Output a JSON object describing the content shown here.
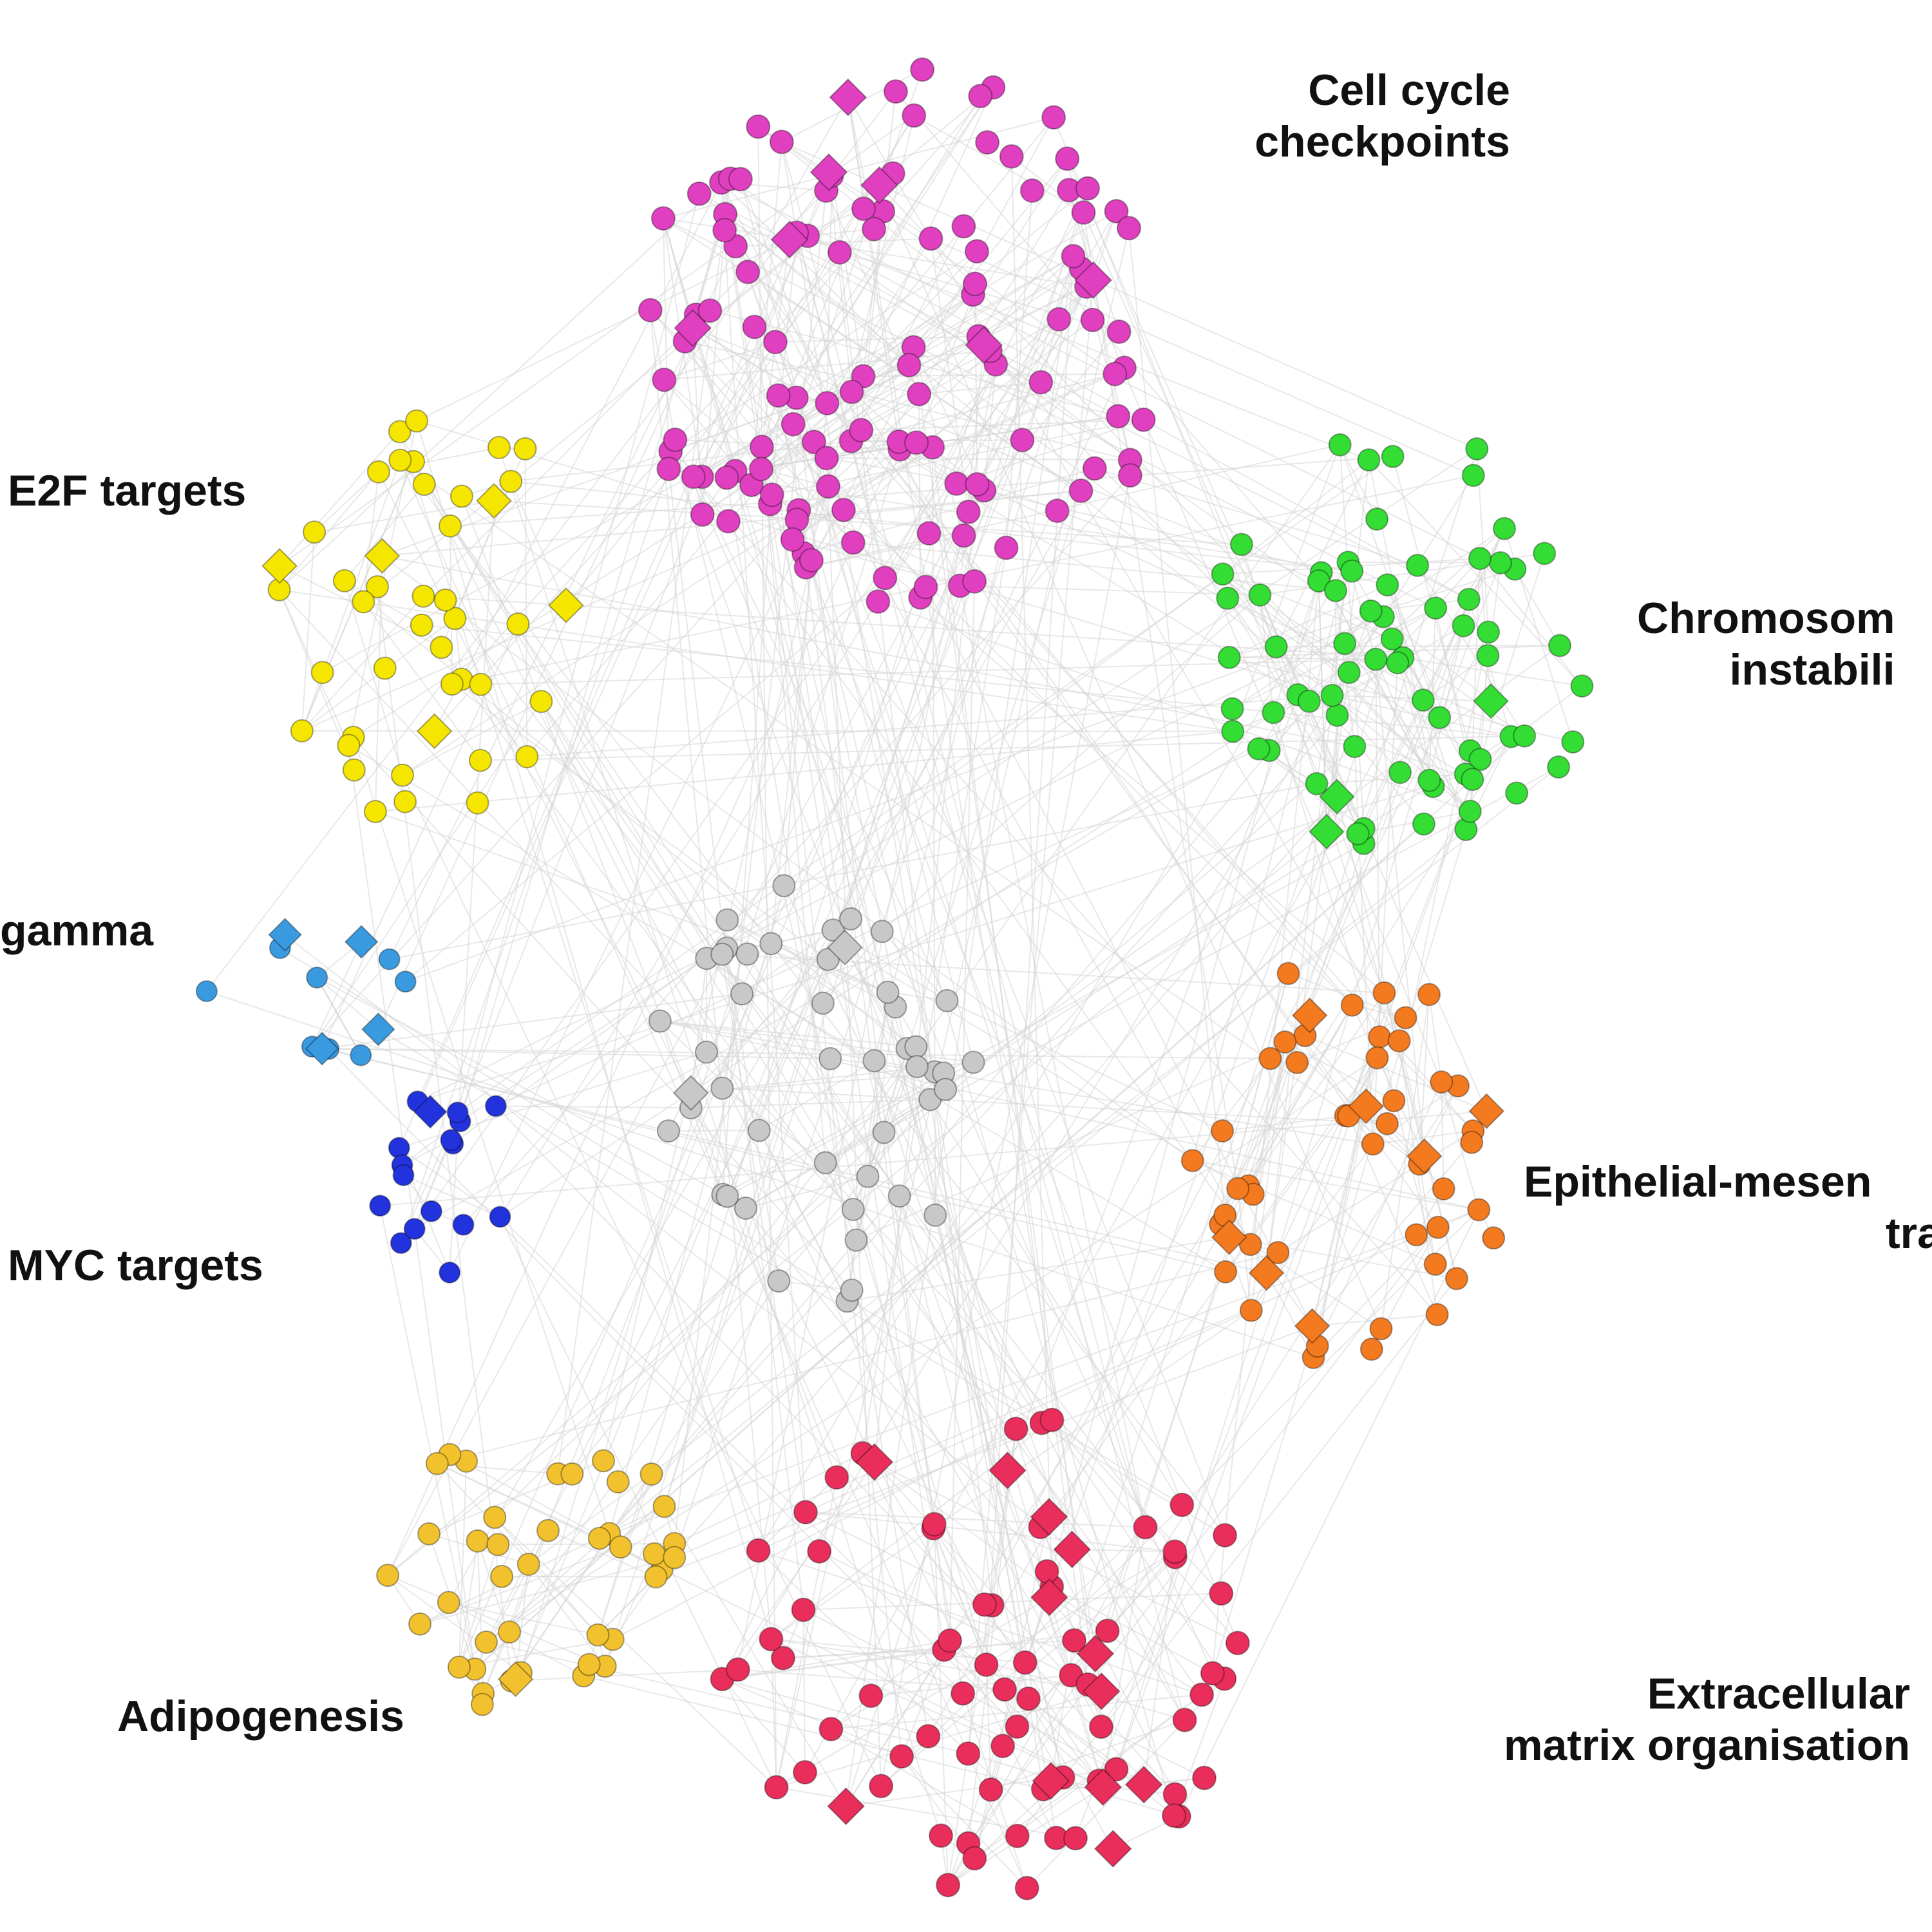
{
  "clusters": [
    {
      "id": "cell_cycle",
      "color": "#e040c0",
      "label_lines": [
        "Cell cycle",
        "checkpoints"
      ]
    },
    {
      "id": "chromosomal",
      "color": "#33dd33",
      "label_lines": [
        "Chromosom",
        "instabili"
      ]
    },
    {
      "id": "e2f",
      "color": "#f5e600",
      "label_lines": [
        "E2F targets"
      ]
    },
    {
      "id": "gamma",
      "color": "#3a9ae0",
      "label_lines": [
        "gamma"
      ]
    },
    {
      "id": "myc",
      "color": "#2233dd",
      "label_lines": [
        "MYC targets"
      ]
    },
    {
      "id": "center",
      "color": "#c8c8c8",
      "label_lines": []
    },
    {
      "id": "emt",
      "color": "#f47a20",
      "label_lines": [
        "Epithelial-mesen",
        "tra"
      ]
    },
    {
      "id": "adipogenesis",
      "color": "#f2c22e",
      "label_lines": [
        "Adipogenesis"
      ]
    },
    {
      "id": "ecm",
      "color": "#ea2e5c",
      "label_lines": [
        "Extracellular",
        "matrix organisation"
      ]
    }
  ],
  "edge_color": "#d6d6d6",
  "node_shapes": [
    "circle",
    "diamond"
  ]
}
